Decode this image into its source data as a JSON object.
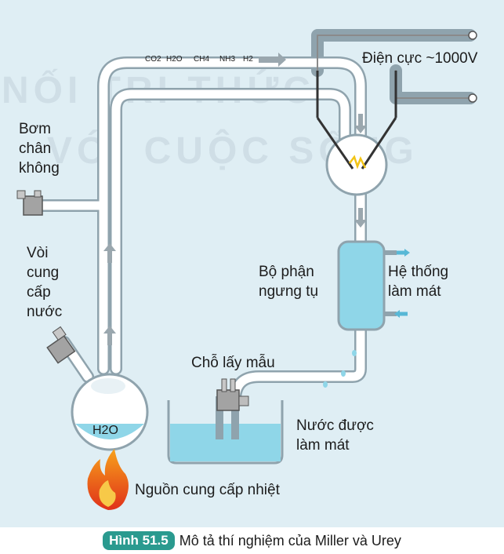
{
  "watermark": {
    "line1": "NỐI TRI THỨC",
    "line2": "VỚI CUỘC SỐNG"
  },
  "gases": {
    "co2": "CO2",
    "h2o": "H2O",
    "ch4": "CH4",
    "nh3": "NH3",
    "h2": "H2"
  },
  "labels": {
    "electrodes": "Điện cực ~1000V",
    "vacuum_pump": [
      "Bơm",
      "chân",
      "không"
    ],
    "water_inlet": [
      "Vòi",
      "cung",
      "cấp",
      "nước"
    ],
    "condenser": [
      "Bộ phận",
      "ngưng tụ"
    ],
    "cooling_system": [
      "Hệ thống",
      "làm mát"
    ],
    "sampling_point": "Chỗ lấy mẫu",
    "cooled_water": [
      "Nước được",
      "làm mát"
    ],
    "heat_source": "Nguồn cung cấp nhiệt",
    "flask_water": "H2O"
  },
  "caption": {
    "figure_tag": "Hình 51.5",
    "text": "Mô tả thí nghiệm của Miller và Urey"
  },
  "colors": {
    "background": "#dfeef4",
    "tube": "#ffffff",
    "tube_outline": "#8fa3ad",
    "water": "#7fcfe3",
    "flame": "#e8421f",
    "caption_tag": "#2a9a8f"
  }
}
